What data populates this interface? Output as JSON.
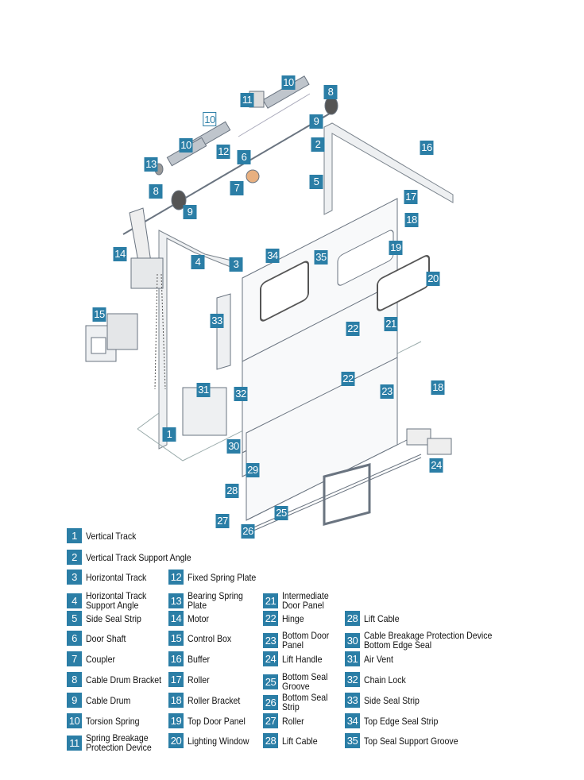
{
  "diagram": {
    "callouts": [
      "10",
      "11",
      "8",
      "9",
      "10",
      "10",
      "12",
      "13",
      "6",
      "2",
      "16",
      "7",
      "5",
      "8",
      "9",
      "17",
      "18",
      "14",
      "4",
      "3",
      "34",
      "35",
      "19",
      "20",
      "15",
      "33",
      "22",
      "21",
      "31",
      "22",
      "32",
      "23",
      "18",
      "1",
      "30",
      "29",
      "28",
      "25",
      "27",
      "24",
      "26"
    ]
  },
  "legend": [
    {
      "num": "1",
      "label": "Vertical Track"
    },
    {
      "num": "2",
      "label": "Vertical Track Support Angle"
    },
    {
      "num": "3",
      "label": "Horizontal Track"
    },
    {
      "num": "4",
      "label": "Horizontal Track\nSupport Angle"
    },
    {
      "num": "5",
      "label": "Side Seal Strip"
    },
    {
      "num": "6",
      "label": "Door Shaft"
    },
    {
      "num": "7",
      "label": "Coupler"
    },
    {
      "num": "8",
      "label": "Cable Drum Bracket"
    },
    {
      "num": "9",
      "label": "Cable Drum"
    },
    {
      "num": "10",
      "label": "Torsion Spring"
    },
    {
      "num": "11",
      "label": "Spring Breakage\nProtection Device"
    },
    {
      "num": "12",
      "label": "Fixed Spring Plate"
    },
    {
      "num": "13",
      "label": "Bearing Spring\nPlate"
    },
    {
      "num": "14",
      "label": "Motor"
    },
    {
      "num": "15",
      "label": "Control Box"
    },
    {
      "num": "16",
      "label": "Buffer"
    },
    {
      "num": "17",
      "label": "Roller"
    },
    {
      "num": "18",
      "label": "Roller Bracket"
    },
    {
      "num": "19",
      "label": "Top Door Panel"
    },
    {
      "num": "20",
      "label": "Lighting Window"
    },
    {
      "num": "21",
      "label": "Intermediate\nDoor Panel"
    },
    {
      "num": "22",
      "label": "Hinge"
    },
    {
      "num": "23",
      "label": "Bottom Door\nPanel"
    },
    {
      "num": "24",
      "label": "Lift Handle"
    },
    {
      "num": "25",
      "label": "Bottom Seal\nGroove"
    },
    {
      "num": "26",
      "label": "Bottom Seal\nStrip"
    },
    {
      "num": "27",
      "label": "Roller"
    },
    {
      "num": "28",
      "label": "Lift Cable"
    },
    {
      "num": "28",
      "label": "Lift Cable"
    },
    {
      "num": "30",
      "label": "Cable Breakage Protection Device\nBottom Edge Seal"
    },
    {
      "num": "31",
      "label": "Air Vent"
    },
    {
      "num": "32",
      "label": "Chain Lock"
    },
    {
      "num": "33",
      "label": "Side Seal Strip"
    },
    {
      "num": "34",
      "label": "Top Edge Seal Strip"
    },
    {
      "num": "35",
      "label": "Top Seal Support Groove"
    }
  ]
}
